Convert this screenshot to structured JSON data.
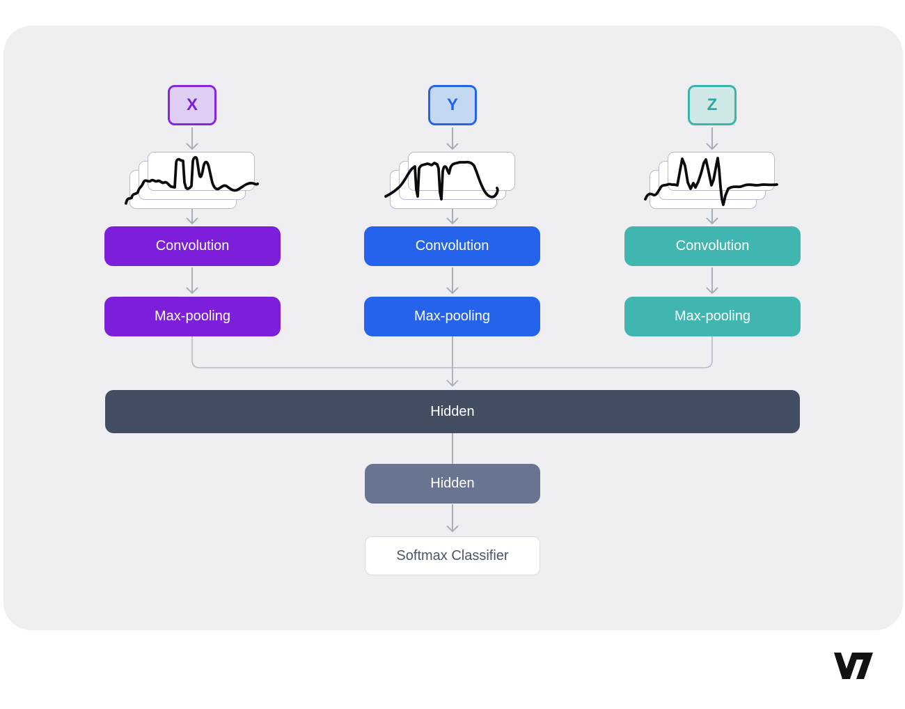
{
  "theme": {
    "page-bg": "#FFFFFF",
    "panel-bg": "#EFEFF1",
    "arrow": "#A8AEB9",
    "card-border": "#B6BCC8",
    "card-bg": "#FFFFFF",
    "wave-stroke": "#0B0B10",
    "purple": "#7D1EDB",
    "purple-border": "#8527DF",
    "purple-fill": "#DFCEF3",
    "blue": "#2563EC",
    "blue-fill": "#C5D8F2",
    "teal": "#41B6B1",
    "teal-border": "#3BB3AE",
    "teal-fill": "#CFE9E7",
    "teal-text": "#2AA8A2",
    "hidden1-bg": "#434E62",
    "hidden2-bg": "#697590",
    "softmax-border": "#D9DCE2",
    "softmax-text": "#4A5566",
    "text-on-color": "#FFFFFF",
    "logo": "#121212"
  },
  "columns": [
    {
      "input_label": "X",
      "conv_label": "Convolution",
      "pool_label": "Max-pooling",
      "signal_icon": "x-signal-waveform"
    },
    {
      "input_label": "Y",
      "conv_label": "Convolution",
      "pool_label": "Max-pooling",
      "signal_icon": "y-signal-waveform"
    },
    {
      "input_label": "Z",
      "conv_label": "Convolution",
      "pool_label": "Max-pooling",
      "signal_icon": "z-signal-waveform"
    }
  ],
  "output": {
    "hidden1_label": "Hidden",
    "hidden2_label": "Hidden",
    "softmax_label": "Softmax Classifier"
  },
  "logo": {
    "text": "V7"
  }
}
